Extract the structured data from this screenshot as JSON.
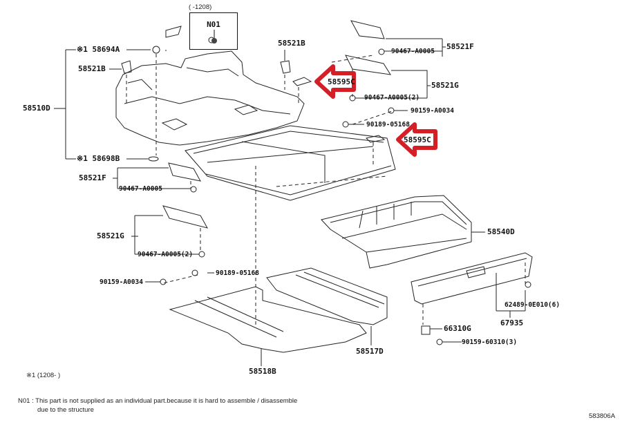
{
  "diagram": {
    "type": "exploded parts diagram",
    "figure_id": "583806A",
    "inset": {
      "range_label": "(      -1208)",
      "code": "N01"
    },
    "highlight_color": "#d41f26",
    "highlighted_part": "58595C",
    "parts": {
      "p58694A": "※1  58694A",
      "p58521B_left": "58521B",
      "p58510D": "58510D",
      "p58698B": "※1  58698B",
      "p58521F_left": "58521F",
      "p90467_A0005_left": "90467-A0005",
      "p58521G_left": "58521G",
      "p90467_A0005_2_left": "90467-A0005(2)",
      "p90189_05168_left": "90189-05168",
      "p90159_A0034_left": "90159-A0034",
      "p58521B_top": "58521B",
      "p90467_A0005_right": "90467-A0005",
      "p58521F_right": "58521F",
      "p58595C_top": "58595C",
      "p58521G_right": "58521G",
      "p90467_A0005_2_right": "90467-A0005(2)",
      "p90159_A0034_right": "90159-A0034",
      "p90189_05168_right": "90189-05168",
      "p58595C_bottom": "58595C",
      "p58540D": "58540D",
      "p62489_0E010": "62489-0E010(6)",
      "p67935": "67935",
      "p66310G": "66310G",
      "p90159_60310": "90159-60310(3)",
      "p58517D": "58517D",
      "p58518B": "58518B"
    },
    "notes": {
      "range_note": "※1 (1208-      )",
      "n01_line1": "N01 : This part is not supplied as an individual part.because it is hard to assemble / disassemble",
      "n01_line2": "due to the structure"
    }
  }
}
